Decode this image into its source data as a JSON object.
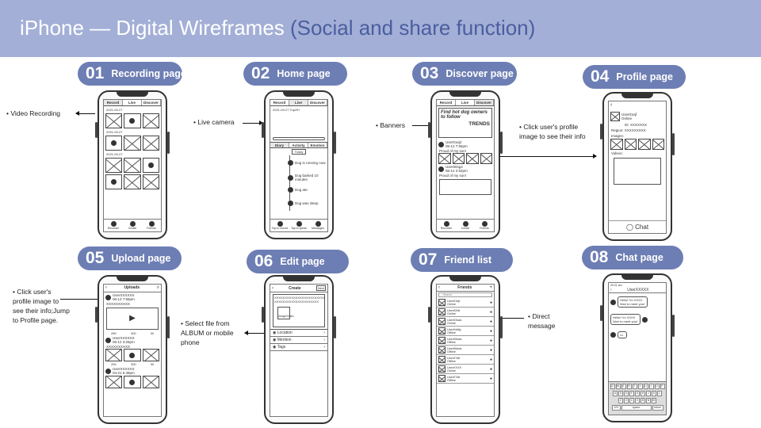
{
  "title": {
    "main": "iPhone — Digital Wireframes",
    "sub": "(Social and share function)"
  },
  "pages": [
    {
      "num": "01",
      "label": "Recording page"
    },
    {
      "num": "02",
      "label": "Home page"
    },
    {
      "num": "03",
      "label": "Discover page"
    },
    {
      "num": "04",
      "label": "Profile page"
    },
    {
      "num": "05",
      "label": "Upload page"
    },
    {
      "num": "06",
      "label": "Edit page"
    },
    {
      "num": "07",
      "label": "Friend list"
    },
    {
      "num": "08",
      "label": "Chat page"
    }
  ],
  "annotations": {
    "video_recording": "Video Recording",
    "live_camera": "Live camera",
    "banners": "Banners",
    "click_profile_1": "Click user's profile image to see their info",
    "click_profile_2": "Click user's profile image to see their info;Jump to Profile page.",
    "select_file": "Select file from ALBUM or mobile phone",
    "direct_message": "Direct message"
  },
  "p1": {
    "tabs": [
      "Record",
      "Live",
      "Discover"
    ],
    "dates": [
      "2021-09-27",
      "2021-09-27",
      "2021-09-27"
    ],
    "nav": [
      "Recorder",
      "Create",
      "Friends"
    ]
  },
  "p2": {
    "tabs": [
      "Record",
      "Live",
      "Discover"
    ],
    "top_text": "2021-09-27   Top29+",
    "subtabs": [
      "Diary",
      "Activity",
      "Emotion"
    ],
    "today": "Today",
    "events": [
      "Dog is running now",
      "Dog barked 10 minutes",
      "Dog ate",
      "Dog was sleep"
    ],
    "nav": [
      "Tap to record",
      "Tap to speak",
      "Messages"
    ]
  },
  "p3": {
    "tabs": [
      "Record",
      "Live",
      "Discover"
    ],
    "banner": "Find hot dog owners to follow",
    "trends": "TRENDS",
    "posts": [
      {
        "user": "User01ej2",
        "date": "06-12 7:56pm",
        "text": "Proud of my son!"
      },
      {
        "user": "User50sg4",
        "date": "06-12 2:52pm",
        "text": "Proud of my son!"
      }
    ],
    "nav": [
      "Recorder",
      "Create",
      "Friends"
    ]
  },
  "p4": {
    "user": "User01ejf",
    "status": "Online",
    "id": "ID: XXXXXXX",
    "region": "Region: XXXXXXXXX",
    "images": "Images:",
    "videos": "Videos:",
    "chat": "Chat"
  },
  "p5": {
    "header": "Uploads",
    "posts": [
      {
        "user": "UserXXXXXX",
        "date": "06-13 7:56pm",
        "text": "XXXXXXXXXX"
      },
      {
        "user": "UserXXXXXX",
        "date": "06-12 3:26pm",
        "text": "XXXXXXXXXX"
      },
      {
        "user": "UserXXXXXX",
        "date": "04-21 6:48pm",
        "text": ""
      }
    ],
    "stats": [
      "20K",
      "300",
      "30"
    ]
  },
  "p6": {
    "header": "Create",
    "next": "Next",
    "text_lines": [
      "XXXXXXXXXXXXXXXXXXXXXXXX",
      "XXXXXXXXXXXXXXXXXXXXX"
    ],
    "image_label": "Image/Video",
    "options": [
      "Location",
      "Mention",
      "Tags"
    ]
  },
  "p7": {
    "header": "Friends",
    "search": "Search",
    "friends": [
      {
        "name": "User01ejf",
        "status": "Online"
      },
      {
        "name": "User02ldf",
        "status": "Online"
      },
      {
        "name": "User03sda",
        "status": "Online"
      },
      {
        "name": "User04dfg",
        "status": "Offline"
      },
      {
        "name": "User05das",
        "status": "Offline"
      },
      {
        "name": "User06ads",
        "status": "Offline"
      },
      {
        "name": "User07dlf",
        "status": "Offline"
      },
      {
        "name": "UserXXXX",
        "status": "Online"
      },
      {
        "name": "User07dlf",
        "status": "Offline"
      }
    ]
  },
  "p8": {
    "time": "00:21 am",
    "header": "UserXXXXX",
    "messages": [
      {
        "text": "Hello! I'm XXXX Nice to meet you!",
        "side": "left"
      },
      {
        "text": "Hello! I'm XXXX Nice to meet you!",
        "side": "right"
      },
      {
        "text": "•••",
        "side": "left"
      }
    ],
    "kb_rows": [
      "QWERTYUIOP",
      "ASDFGHJKL",
      "ZXCVBNM"
    ],
    "kb_bottom": [
      "123",
      "space",
      "return"
    ]
  }
}
